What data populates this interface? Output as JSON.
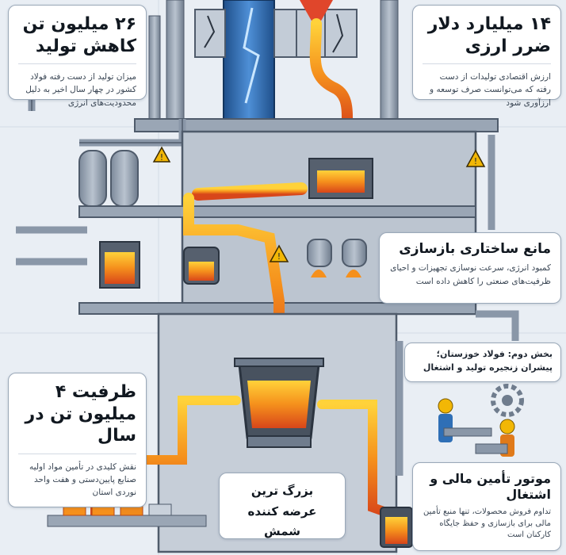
{
  "colors": {
    "background": "#e9eef4",
    "steel": "#8a97a8",
    "steel_dark": "#4f5b6b",
    "molten": "#f08a1c",
    "molten_hot": "#ffd23a",
    "pipe_blue": "#2f6fb6",
    "warning": "#f2b705"
  },
  "icons": [
    "warning-icon",
    "gear-icon",
    "worker-icon",
    "crack-icon",
    "lightning-icon"
  ],
  "cards": {
    "production": {
      "title": "۲۶ میلیون تن کاهش تولید",
      "body": "میزان تولید از دست رفته فولاد کشور در چهار سال اخیر به دلیل محدودیت‌های انرژی"
    },
    "loss": {
      "title": "۱۴ میلیارد دلار ضرر ارزی",
      "body": "ارزش اقتصادی تولیدات از دست رفته که می‌توانست صرف توسعه و ارزآوری شود"
    },
    "barrier": {
      "title": "مانع ساختاری بازسازی",
      "body": "کمبود انرژی، سرعت نوسازی تجهیزات و احیای ظرفیت‌های صنعتی را کاهش داده است"
    },
    "section": {
      "line1": "بخش دوم: فولاد خوزستان؛",
      "line2": "پیشران زنجیره تولید و اشتغال"
    },
    "capacity": {
      "title": "ظرفیت ۴ میلیون تن در سال",
      "body": "نقش کلیدی در تأمین مواد اولیه صنایع پایین‌دستی و هفت واحد نوردی استان"
    },
    "engine": {
      "title": "موتور تأمین مالی و اشتغال",
      "body": "تداوم فروش محصولات، تنها منبع تأمین مالی برای بازسازی و حفظ جایگاه کارکنان است"
    },
    "largest": {
      "line1": "بزرگ ترین",
      "line2": "عرضه کننده شمش"
    }
  }
}
